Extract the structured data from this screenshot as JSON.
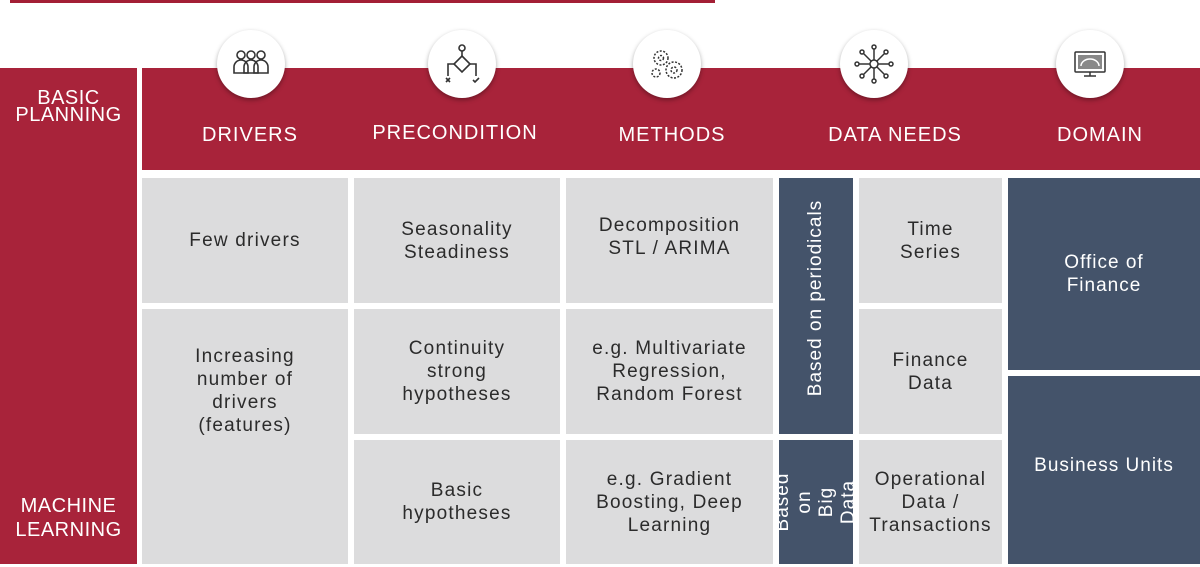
{
  "left_labels": {
    "top": "BASIC\nPLANNING",
    "bottom": "MACHINE\nLEARNING"
  },
  "headers": [
    {
      "label": "DRIVERS",
      "icon": "people-icon"
    },
    {
      "label": "PRECONDITION",
      "icon": "decision-flow-icon"
    },
    {
      "label": "METHODS",
      "icon": "gears-icon"
    },
    {
      "label": "DATA NEEDS",
      "icon": "network-icon"
    },
    {
      "label": "DOMAIN",
      "icon": "monitor-icon"
    }
  ],
  "drivers": {
    "row1": "Few drivers",
    "row23": "Increasing\nnumber of\ndrivers\n(features)"
  },
  "precondition": {
    "row1": "Seasonality\nSteadiness",
    "row2": "Continuity\nstrong\nhypotheses",
    "row3": "Basic\nhypotheses"
  },
  "methods": {
    "row1": "Decomposition\nSTL / ARIMA",
    "row2": "e.g. Multivariate\nRegression,\nRandom Forest",
    "row3": "e.g. Gradient\nBoosting, Deep\nLearning"
  },
  "data_source": {
    "periodicals": "Based on periodicals",
    "bigdata": "Based on\nBig Data"
  },
  "data_needs": {
    "row1": "Time\nSeries",
    "row2": "Finance\nData",
    "row3": "Operational\nData /\nTransactions"
  },
  "domain": {
    "office": "Office of\nFinance",
    "business": "Business Units"
  },
  "colors": {
    "header": "#a8233a",
    "cell": "#dcdcdd",
    "dark": "#44536a"
  }
}
